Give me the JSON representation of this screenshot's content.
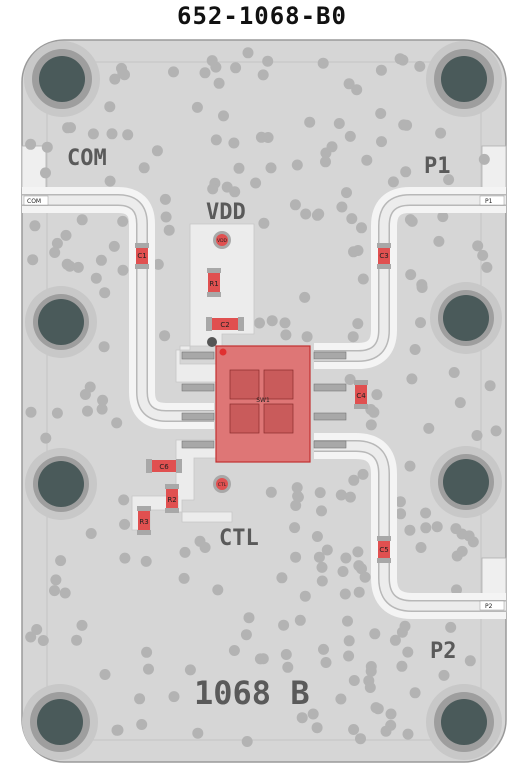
{
  "board_title": "652-1068-B0",
  "labels": {
    "com": "COM",
    "p1": "P1",
    "p2": "P2",
    "vdd": "VDD",
    "ctl": "CTL",
    "board_code": "1068 B"
  },
  "edge_labels": {
    "com": "COM",
    "p1": "P1",
    "p2": "P2"
  },
  "components": {
    "c1": "C1",
    "c2": "C2",
    "c3": "C3",
    "c4": "C4",
    "c5": "C5",
    "c6": "C6",
    "r1": "R1",
    "r2": "R2",
    "r3": "R3",
    "sw1": "SW1"
  },
  "pad_labels": {
    "vdd": "VDD",
    "ctl": "CTL"
  },
  "colors": {
    "board": "#d6d6d6",
    "trace": "#ececec",
    "via": "#b3b3b3",
    "hole": "#4a5a5a",
    "component": "#e05050"
  }
}
